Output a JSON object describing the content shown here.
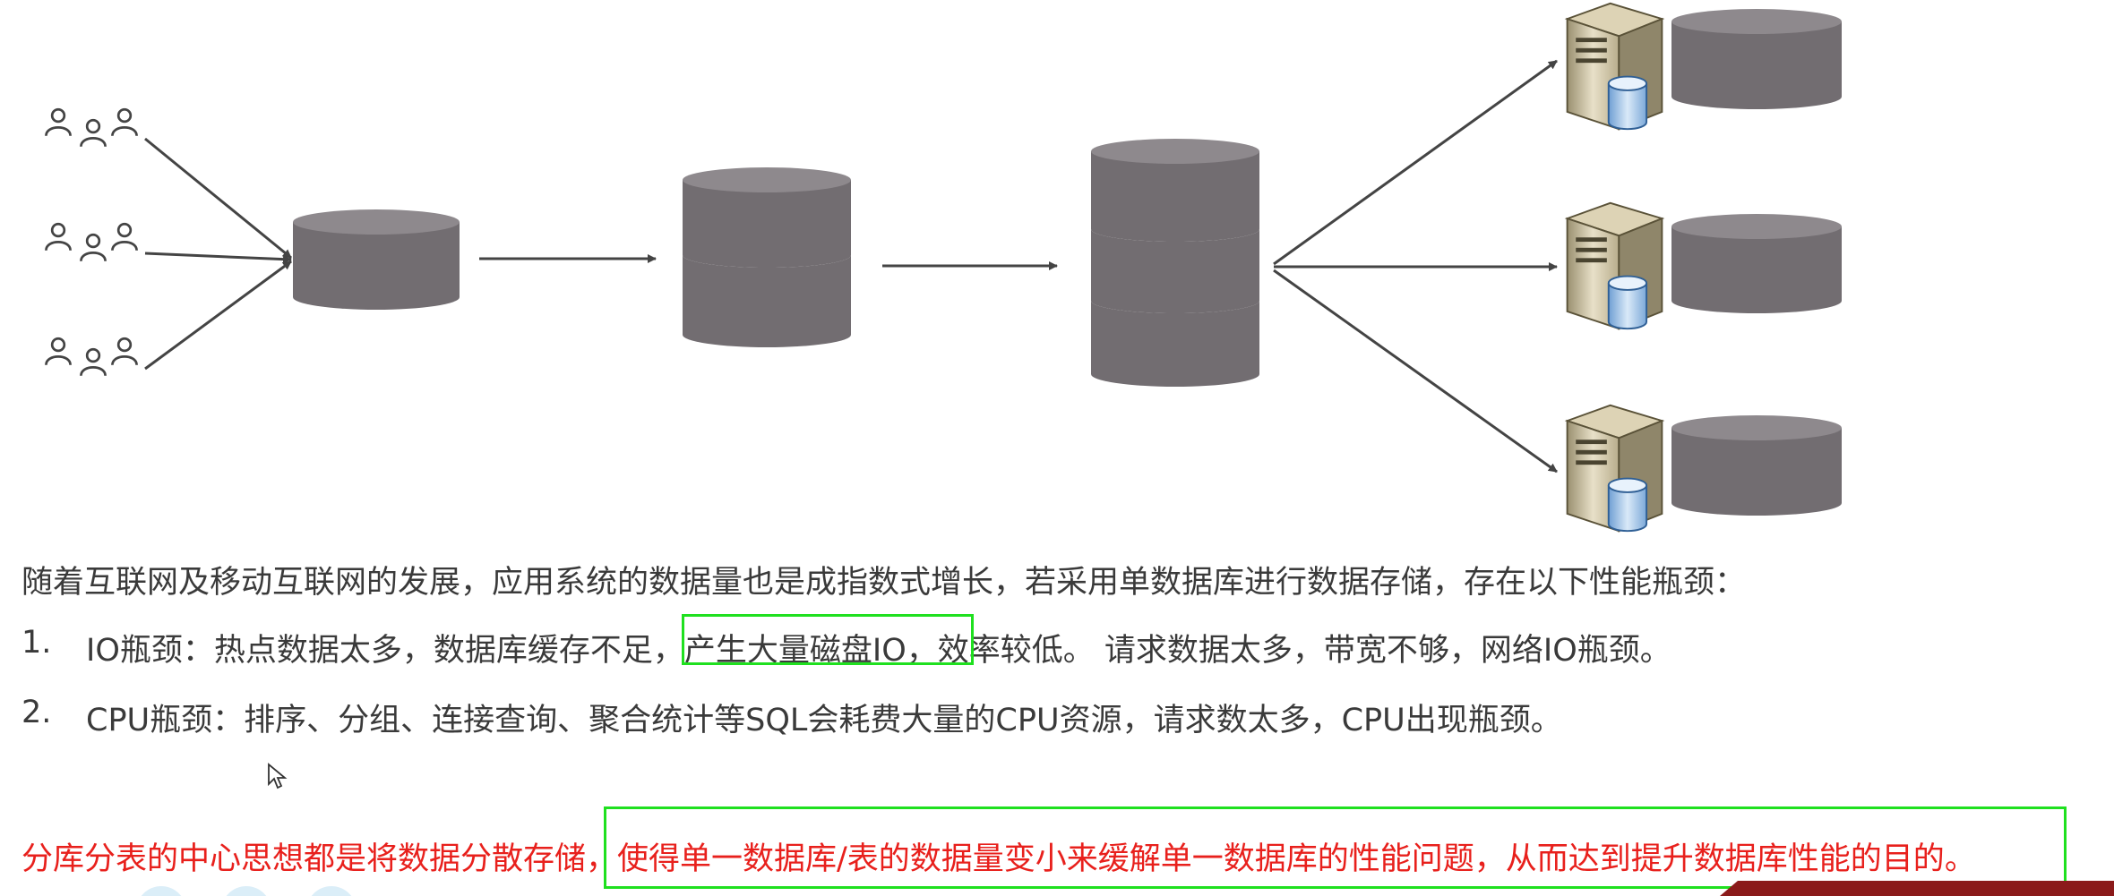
{
  "colors": {
    "db_fill": "#726d71",
    "db_top": "#8e898d",
    "arrow": "#444444",
    "highlight": "#1fe01f",
    "conclusion_red": "#e8201c",
    "body_text": "#3a3a3a"
  },
  "diagram": {
    "icons": [
      "users-group-icon",
      "database-icon",
      "server-icon"
    ],
    "user_groups": 3,
    "database_stages": [
      {
        "name": "database-single",
        "tiers": 1
      },
      {
        "name": "database-two-tier",
        "tiers": 2
      },
      {
        "name": "database-three-tier",
        "tiers": 3
      }
    ],
    "server_nodes": 3
  },
  "text": {
    "intro": "随着互联网及移动互联网的发展，应用系统的数据量也是成指数式增长，若采用单数据库进行数据存储，存在以下性能瓶颈：",
    "item1_number": "1.",
    "item1_before": "IO瓶颈：热点数据太多，数据库缓存不足",
    "item1_highlight": "，产生大量磁盘IO，",
    "item1_after": "效率较低。 请求数据太多，带宽不够，网络IO瓶颈。",
    "item2_number": "2.",
    "item2": "CPU瓶颈：排序、分组、连接查询、聚合统计等SQL会耗费大量的CPU资源，请求数太多，CPU出现瓶颈。",
    "conclusion_before": "分库分表的中心思想都是将数据分散存储",
    "conclusion_highlight": "，使得单一数据库/表的数据量变小来缓解单一数据库的性能问题，从而达到提升数据库性能的目的",
    "conclusion_end": "。"
  }
}
